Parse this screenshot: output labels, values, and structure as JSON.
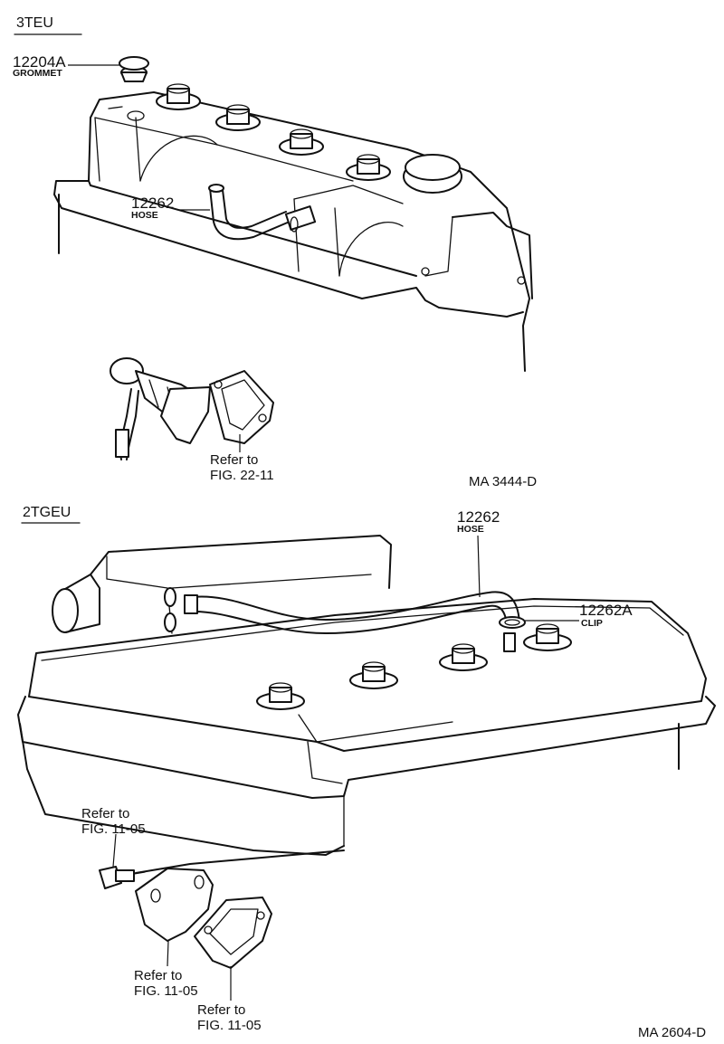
{
  "sections": [
    {
      "id": "upper",
      "label": "3TEU",
      "drawing_code": "MA  3444-D"
    },
    {
      "id": "lower",
      "label": "2TGEU",
      "drawing_code": "MA  2604-D"
    }
  ],
  "callouts": {
    "grommet": {
      "part_no": "12204A",
      "name": "GROMMET"
    },
    "hose_upper": {
      "part_no": "12262",
      "name": "HOSE"
    },
    "hose_lower": {
      "part_no": "12262",
      "name": "HOSE"
    },
    "clip": {
      "part_no": "12262A",
      "name": "CLIP"
    }
  },
  "references": {
    "fig_22_11": {
      "line1": "Refer to",
      "line2": "FIG. 22-11"
    },
    "fig_11_05_a": {
      "line1": "Refer to",
      "line2": "FIG. 11-05"
    },
    "fig_11_05_b": {
      "line1": "Refer to",
      "line2": "FIG. 11-05"
    },
    "fig_11_05_c": {
      "line1": "Refer to",
      "line2": "FIG. 11-05"
    }
  }
}
